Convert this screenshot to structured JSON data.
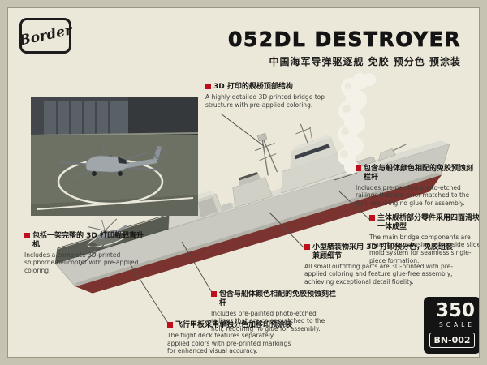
{
  "logo": {
    "brand": "Border"
  },
  "header": {
    "title": "052DL DESTROYER",
    "subtitle": "中国海军导弹驱逐舰  免胶 预分色 预涂装"
  },
  "callouts": {
    "bridge_top": {
      "zh": "3D 打印的舰桥顶部结构",
      "en": "A highly detailed 3D-printed bridge top structure with pre-applied coloring."
    },
    "helicopter": {
      "zh": "包括一架完整的 3D 打印舰载直升机",
      "en": "Includes a complete 3D-printed shipborne helicopter with pre-applied coloring."
    },
    "railings_fore": {
      "zh": "包含与船体颜色相配的免胶预蚀刻栏杆",
      "en": "Includes pre-painted photo-etched railings that are color-matched to the hull, requiring no glue for assembly."
    },
    "bridge_mold": {
      "zh": "主体舰桥部分零件采用四面滑块一体成型",
      "en": "The main bridge components are manufactured using a four-side slide mold system for seamless single-piece formation."
    },
    "outfitting": {
      "zh": "小型舾装物采用 3D 打印预分色，免胶组装 兼顾细节",
      "en": "All small outfitting parts are 3D-printed with pre-applied coloring and feature glue-free assembly, achieving exceptional detail fidelity."
    },
    "railings_aft": {
      "zh": "包含与船体颜色相配的免胶预蚀刻栏杆",
      "en": "Includes pre-painted photo-etched railings that are color-matched to the hull, requiring no glue for assembly."
    },
    "flight_deck": {
      "zh": "飞行甲板采用单独分色加移印预涂装",
      "en": "The flight deck features separately applied colors with pre-printed markings for enhanced visual accuracy."
    }
  },
  "badge": {
    "scale_value": "350",
    "scale_label": "SCALE",
    "kit_number": "BN-002"
  },
  "colors": {
    "accent_red": "#bf0f1d",
    "panel_cream": "#ece8d9",
    "hull_gray": "#c9c9c1",
    "hull_red": "#7b332f",
    "deck_dark": "#575b51"
  }
}
